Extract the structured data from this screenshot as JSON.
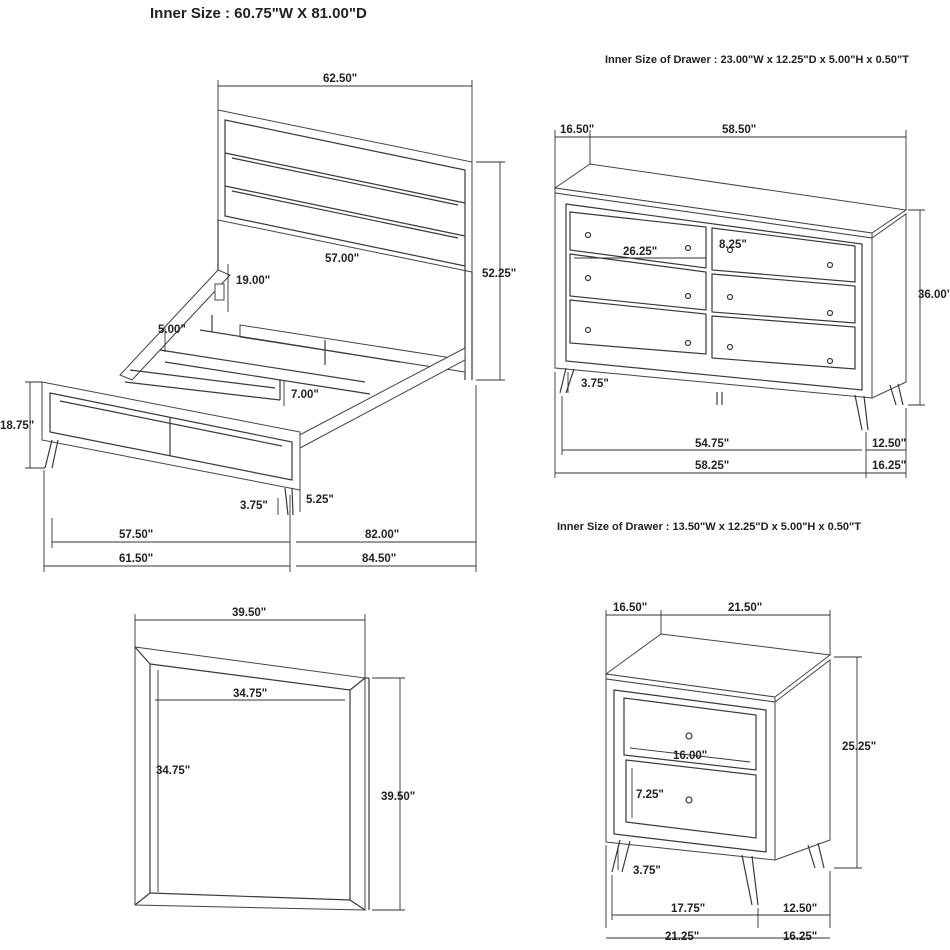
{
  "texts": {
    "bed_inner_size": "Inner Size : 60.75\"W X 81.00\"D",
    "dresser_drawer_inner": "Inner Size of Drawer : 23.00\"W x 12.25\"D x 5.00\"H x 0.50\"T",
    "nightstand_drawer_inner": "Inner Size of Drawer : 13.50\"W x 12.25\"D x 5.00\"H x 0.50\"T"
  },
  "bed": {
    "headboard_width": "62.50\"",
    "headboard_height": "52.25\"",
    "panel_width": "57.00\"",
    "rail_height": "19.00\"",
    "slat_gap": "5.00\"",
    "center_leg": "7.00\"",
    "footboard_height": "18.75\"",
    "leg_height": "3.75\"",
    "rail_drop": "5.25\"",
    "inner_width": "57.50\"",
    "inner_length": "82.00\"",
    "overall_width": "61.50\"",
    "overall_length": "84.50\""
  },
  "dresser": {
    "top_depth": "16.50\"",
    "top_width": "58.50\"",
    "height": "36.00\"",
    "drawer_width": "26.25\"",
    "drawer_height": "8.25\"",
    "leg_height": "3.75\"",
    "case_width": "54.75\"",
    "overall_width": "58.25\"",
    "base_depth": "12.50\"",
    "overall_depth": "16.25\""
  },
  "mirror": {
    "width": "39.50\"",
    "height": "39.50\"",
    "inner_width": "34.75\"",
    "inner_height": "34.75\""
  },
  "nightstand": {
    "top_depth": "16.50\"",
    "top_width": "21.50\"",
    "height": "25.25\"",
    "drawer_width": "16.00\"",
    "drawer_height": "7.25\"",
    "leg_height": "3.75\"",
    "case_width": "17.75\"",
    "overall_width": "21.25\"",
    "base_depth": "12.50\"",
    "overall_depth": "16.25\""
  }
}
